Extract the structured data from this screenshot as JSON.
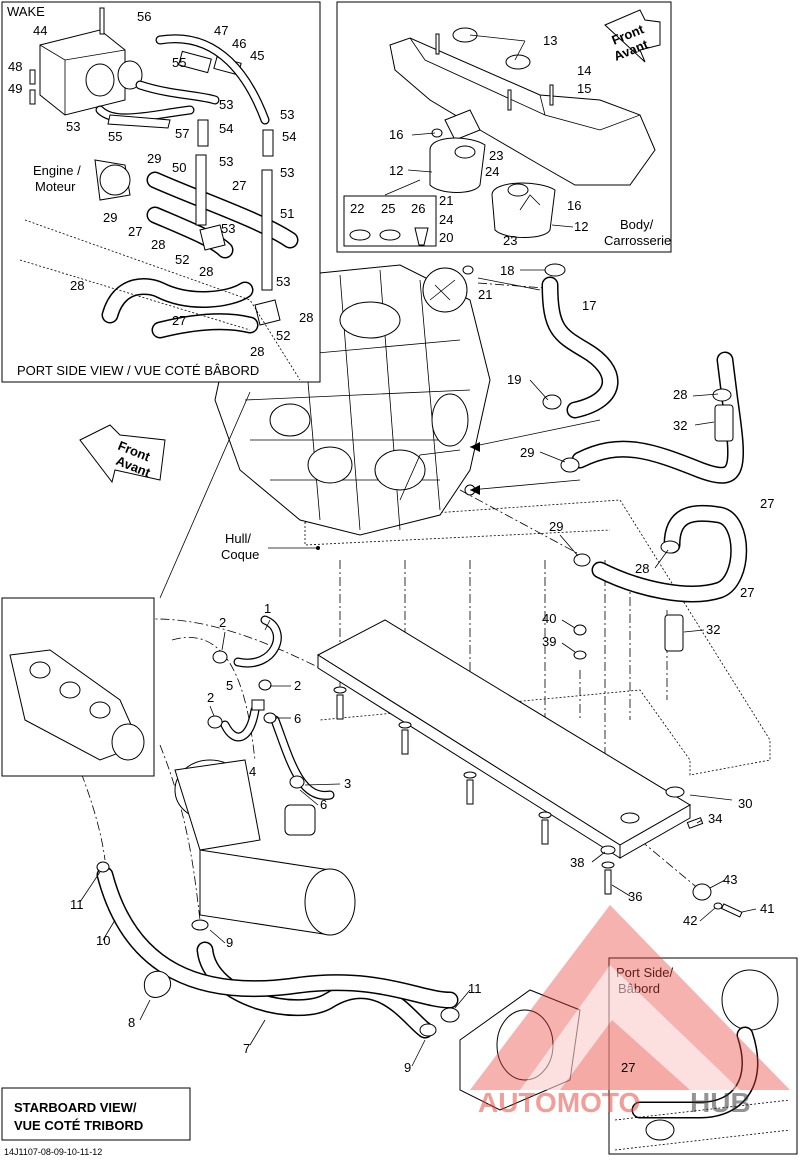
{
  "labels": {
    "wake": "WAKE",
    "engine": "Engine /",
    "moteur": "Moteur",
    "port_side_view": "PORT SIDE VIEW / VUE COTÉ BÂBORD",
    "body": "Body/",
    "carrosserie": "Carrosserie",
    "front": "Front",
    "avant": "Avant",
    "hull": "Hull/",
    "coque": "Coque",
    "port_side": "Port Side/",
    "babord": "Bâbord",
    "starboard_view_1": "STARBOARD VIEW/",
    "starboard_view_2": "VUE COTÉ TRIBORD",
    "drawing_code": "14J1107-08-09-10-11-12",
    "watermark_1": "AUTOMOTO",
    "watermark_2": "HUB"
  },
  "parts": {
    "p1": "1",
    "p2": "2",
    "p3": "3",
    "p4": "4",
    "p5": "5",
    "p6": "6",
    "p7": "7",
    "p8": "8",
    "p9": "9",
    "p10": "10",
    "p11": "11",
    "p12": "12",
    "p13": "13",
    "p14": "14",
    "p15": "15",
    "p16": "16",
    "p17": "17",
    "p18": "18",
    "p19": "19",
    "p20": "20",
    "p21": "21",
    "p22": "22",
    "p23": "23",
    "p24": "24",
    "p25": "25",
    "p26": "26",
    "p27": "27",
    "p28": "28",
    "p29": "29",
    "p30": "30",
    "p32": "32",
    "p34": "34",
    "p36": "36",
    "p38": "38",
    "p39": "39",
    "p40": "40",
    "p41": "41",
    "p42": "42",
    "p43": "43",
    "p44": "44",
    "p45": "45",
    "p46": "46",
    "p47": "47",
    "p48": "48",
    "p49": "49",
    "p50": "50",
    "p51": "51",
    "p52": "52",
    "p53": "53",
    "p54": "54",
    "p55": "55",
    "p56": "56",
    "p57": "57"
  },
  "colors": {
    "line": "#000000",
    "watermark": "#e8453c",
    "watermark_dark": "#333333"
  }
}
